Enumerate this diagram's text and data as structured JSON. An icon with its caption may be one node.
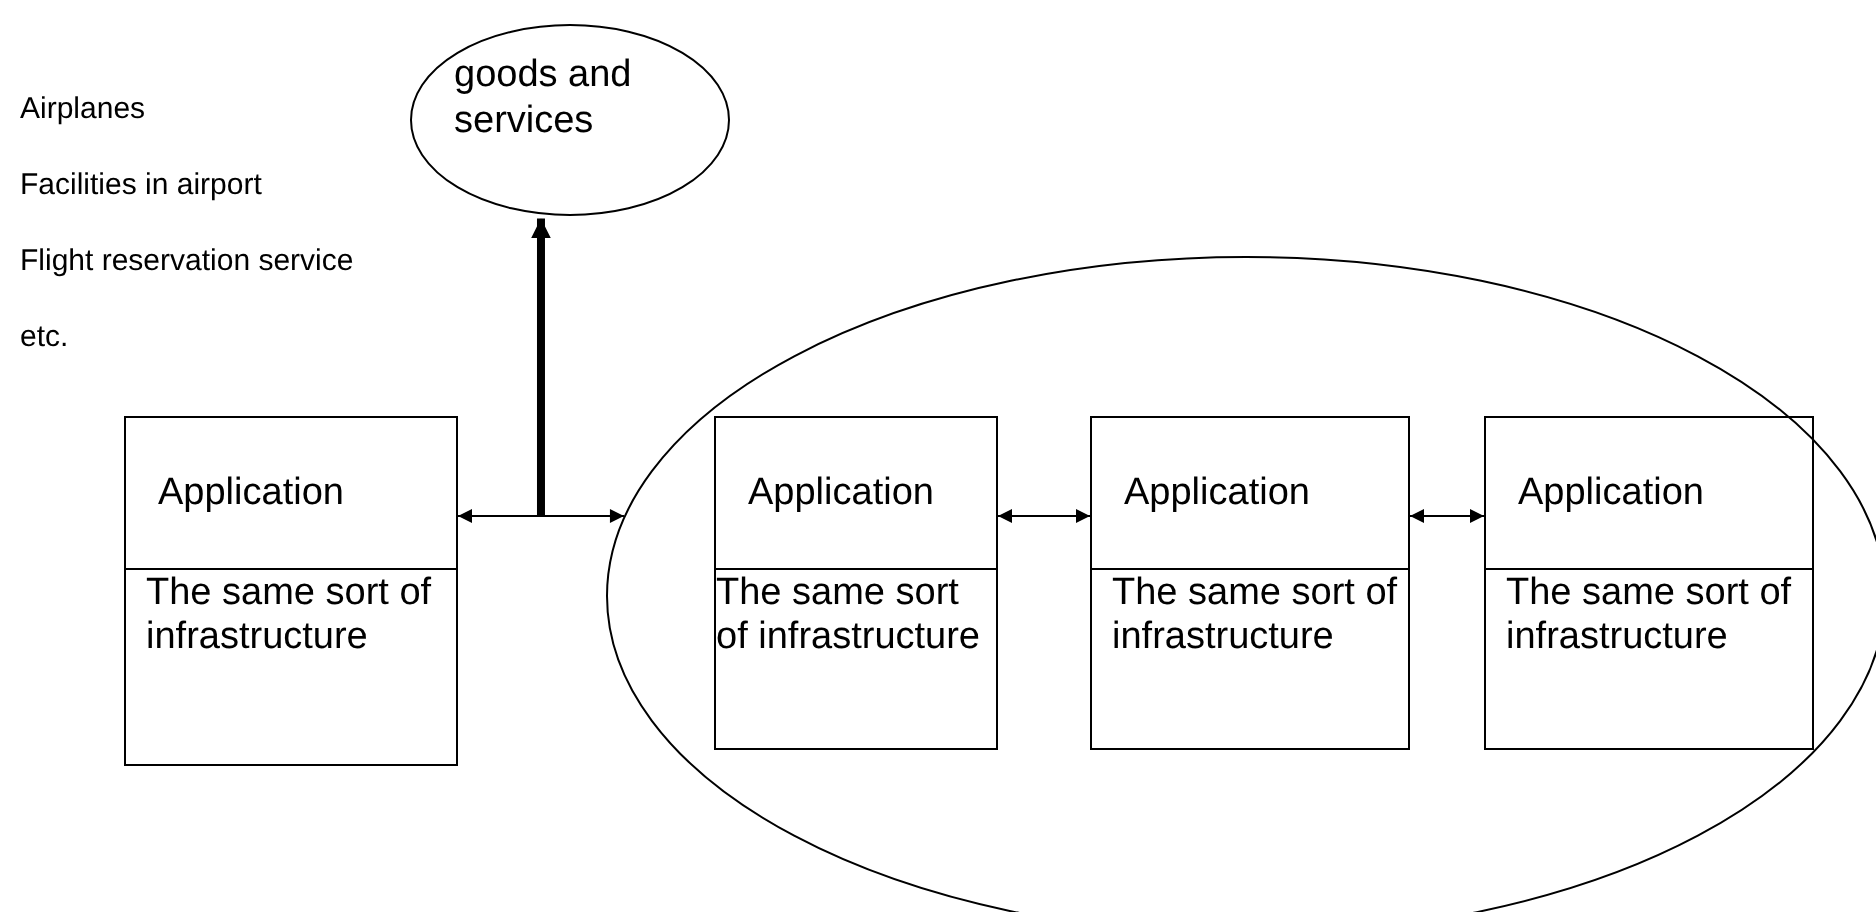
{
  "diagram": {
    "nodes": [
      {
        "text": [
          "goods and services"
        ]
      },
      {
        "text": [
          "Application",
          "The same sort of infrastructure"
        ]
      },
      {
        "text": [],
        "shape": "circle"
      },
      {
        "text": [
          "Application",
          "The same sort of infrastructure"
        ],
        "in": 2
      },
      {
        "text": [
          "Application",
          "The same sort of infrastructure"
        ],
        "in": 2
      },
      {
        "text": [
          "Application",
          "The same sort of infrastructure"
        ],
        "in": 2
      }
    ],
    "edges": [
      {
        "from": 1,
        "to": 2,
        "arrow": "both"
      },
      {
        "from": null,
        "to": 0,
        "arrow": "to",
        "style": "thick"
      },
      {
        "from": 3,
        "to": 4,
        "arrow": "both"
      },
      {
        "from": 4,
        "to": 5,
        "arrow": "both"
      }
    ],
    "labels": [
      "Airplanes",
      "Facilities in airport",
      "Flight reservation service",
      "etc."
    ]
  }
}
